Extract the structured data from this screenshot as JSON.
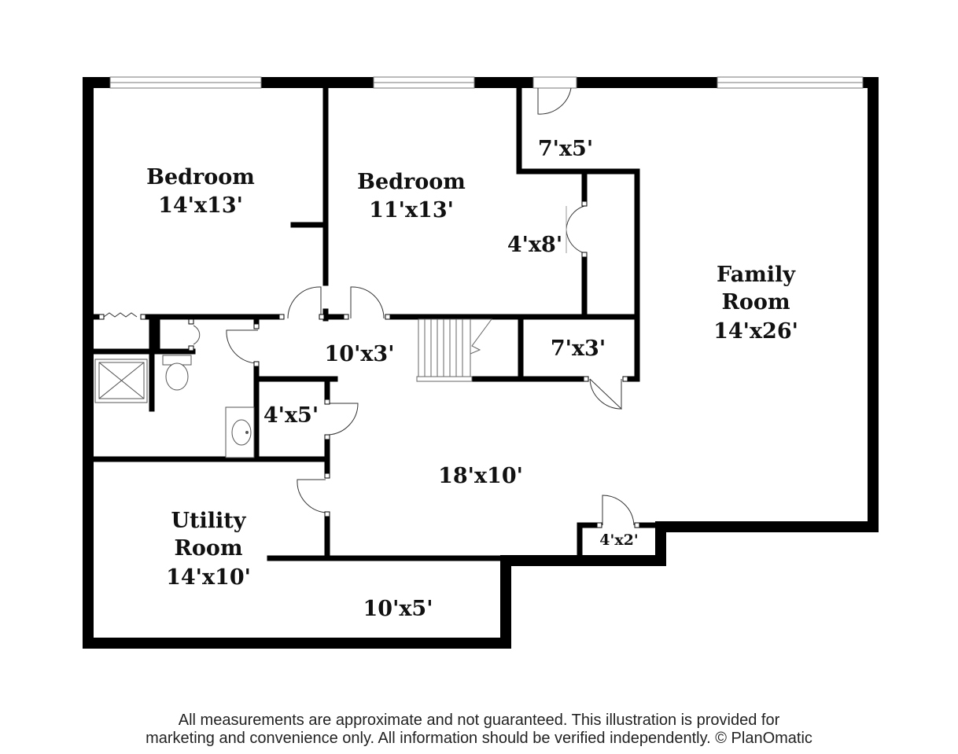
{
  "rooms": {
    "bedroom_1": {
      "name": "Bedroom",
      "dims": "14'x13'"
    },
    "bedroom_2": {
      "name": "Bedroom",
      "dims": "11'x13'"
    },
    "closet_7x5": {
      "dims": "7'x5'"
    },
    "closet_4x8": {
      "dims": "4'x8'"
    },
    "family_room": {
      "name_line1": "Family",
      "name_line2": "Room",
      "dims": "14'x26'"
    },
    "hall_10x3": {
      "dims": "10'x3'"
    },
    "closet_7x3": {
      "dims": "7'x3'"
    },
    "closet_4x5": {
      "dims": "4'x5'"
    },
    "area_18x10": {
      "dims": "18'x10'"
    },
    "utility_room": {
      "name_line1": "Utility",
      "name_line2": "Room",
      "dims": "14'x10'"
    },
    "storage_10x5": {
      "dims": "10'x5'"
    },
    "closet_4x2": {
      "dims": "4'x2'"
    }
  },
  "disclaimer": {
    "line1": "All measurements are approximate and not guaranteed. This illustration is provided for",
    "line2": "marketing and convenience only. All information should be verified independently. © PlanOmatic"
  },
  "colors": {
    "wall": "#000000",
    "fixture": "#555555",
    "background": "#ffffff"
  }
}
